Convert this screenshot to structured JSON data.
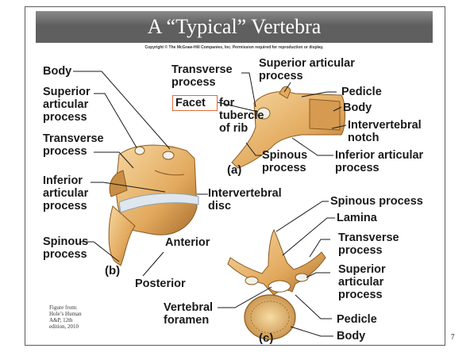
{
  "slide": {
    "title": "A “Typical” Vertebra",
    "copyright": "Copyright © The McGraw-Hill Companies, Inc. Permission required for reproduction or display.",
    "slide_number": "7",
    "source_credit": "Figure from:\nHole’s Human\nA&P, 12th\nedition, 2010"
  },
  "figure_b": {
    "labels": {
      "body": "Body",
      "superior_articular_process": "Superior\narticular\nprocess",
      "transverse_process": "Transverse\nprocess",
      "inferior_articular_process": "Inferior\narticular\nprocess",
      "spinous_process": "Spinous\nprocess",
      "intervertebral_disc": "Intervertebral\ndisc",
      "anterior": "Anterior",
      "posterior": "Posterior",
      "panel": "(b)"
    }
  },
  "figure_a": {
    "labels": {
      "transverse_process": "Transverse\nprocess",
      "superior_articular_process": "Superior articular\nprocess",
      "facet": "Facet",
      "for_tubercle": "for\ntubercle\nof rib",
      "pedicle": "Pedicle",
      "body": "Body",
      "intervertebral_notch": "Intervertebral\nnotch",
      "spinous_process": "Spinous\nprocess",
      "inferior_articular_process": "Inferior articular\nprocess",
      "panel": "(a)"
    }
  },
  "figure_c": {
    "labels": {
      "spinous_process": "Spinous process",
      "lamina": "Lamina",
      "transverse_process": "Transverse\nprocess",
      "superior_articular_process": "Superior\narticular\nprocess",
      "pedicle": "Pedicle",
      "body": "Body",
      "vertebral_foramen": "Vertebral\nforamen",
      "panel": "(c)"
    }
  },
  "colors": {
    "bone": "#e9b872",
    "bone_shadow": "#b9803c",
    "bone_light": "#f7dcab",
    "disc": "#dfe7ee",
    "highlight_box": "#e06a3a"
  }
}
